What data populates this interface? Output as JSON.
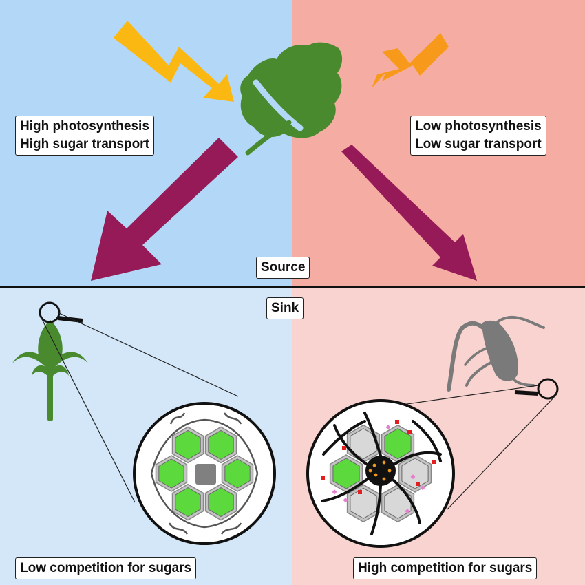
{
  "left_quadrant_top": {
    "line1": "High photosynthesis",
    "line2": "High sugar transport",
    "background": "#b3d8f7"
  },
  "right_quadrant_top": {
    "line1": "Low photosynthesis",
    "line2": "Low sugar transport",
    "background": "#f4aca3"
  },
  "source_label": "Source",
  "sink_label": "Sink",
  "left_quadrant_bottom": {
    "caption": "Low competition for sugars",
    "background": "#d3e7f9"
  },
  "right_quadrant_bottom": {
    "caption": "High competition for sugars",
    "background": "#f8d3cf"
  },
  "colors": {
    "leaf": "#4a8a2e",
    "arrow": "#951a57",
    "sun_strong": "#fbb813",
    "sun_weak": "#f79a1c",
    "cell_green": "#5cd93c",
    "pathogen": "#6e6e6e"
  },
  "icons": [
    "lightning-bolt-icon",
    "leaf-icon",
    "plant-shoot-icon",
    "magnifier-icon",
    "aphid-icon"
  ]
}
